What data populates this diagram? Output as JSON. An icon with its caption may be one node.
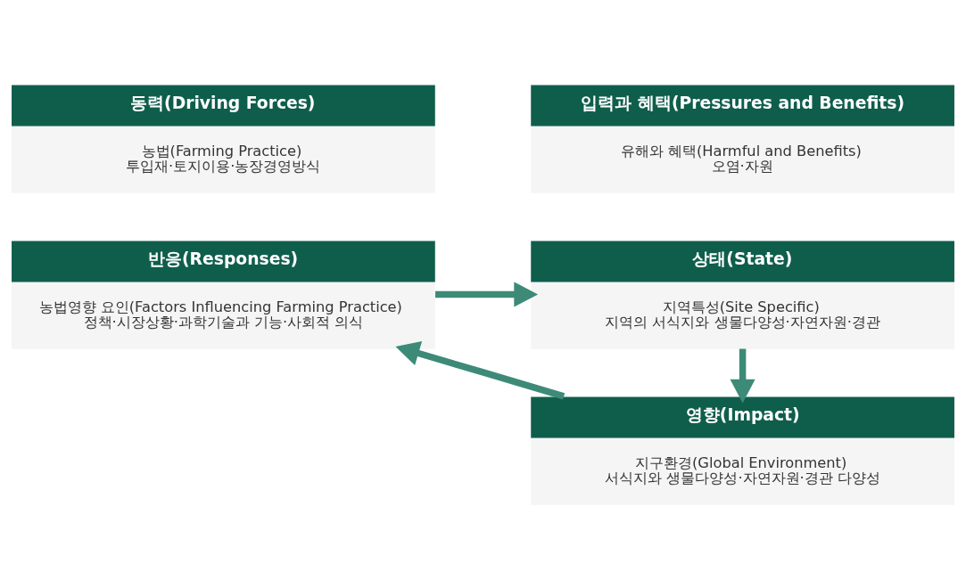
{
  "diagram": {
    "nodes": [
      {
        "text": [
          "동력(Driving Forces)",
          "농법(Farming Practice)",
          "투입재·토지이용·농장경영방식"
        ]
      },
      {
        "text": [
          "입력과 혜택(Pressures and Benefits)",
          "유해와 혜택(Harmful and Benefits)",
          "오염·자원"
        ]
      },
      {
        "text": [
          "반응(Responses)",
          "농법영향 요인(Factors Influencing Farming Practice)",
          "정책·시장상황·과학기술과 기능·사회적 의식"
        ]
      },
      {
        "text": [
          "상태(State)",
          "지역특성(Site Specific)",
          "지역의 서식지와 생물다양성·자연자원·경관"
        ]
      },
      {
        "text": [
          "영향(Impact)",
          "지구환경(Global Environment)",
          "서식지와 생물다양성·자연자원·경관 다양성"
        ]
      }
    ],
    "edges": [
      {
        "from": 2,
        "to": 3,
        "arrow": "to"
      },
      {
        "from": 3,
        "to": 4,
        "arrow": "to"
      },
      {
        "from": 4,
        "to": 2,
        "arrow": "to"
      }
    ]
  }
}
